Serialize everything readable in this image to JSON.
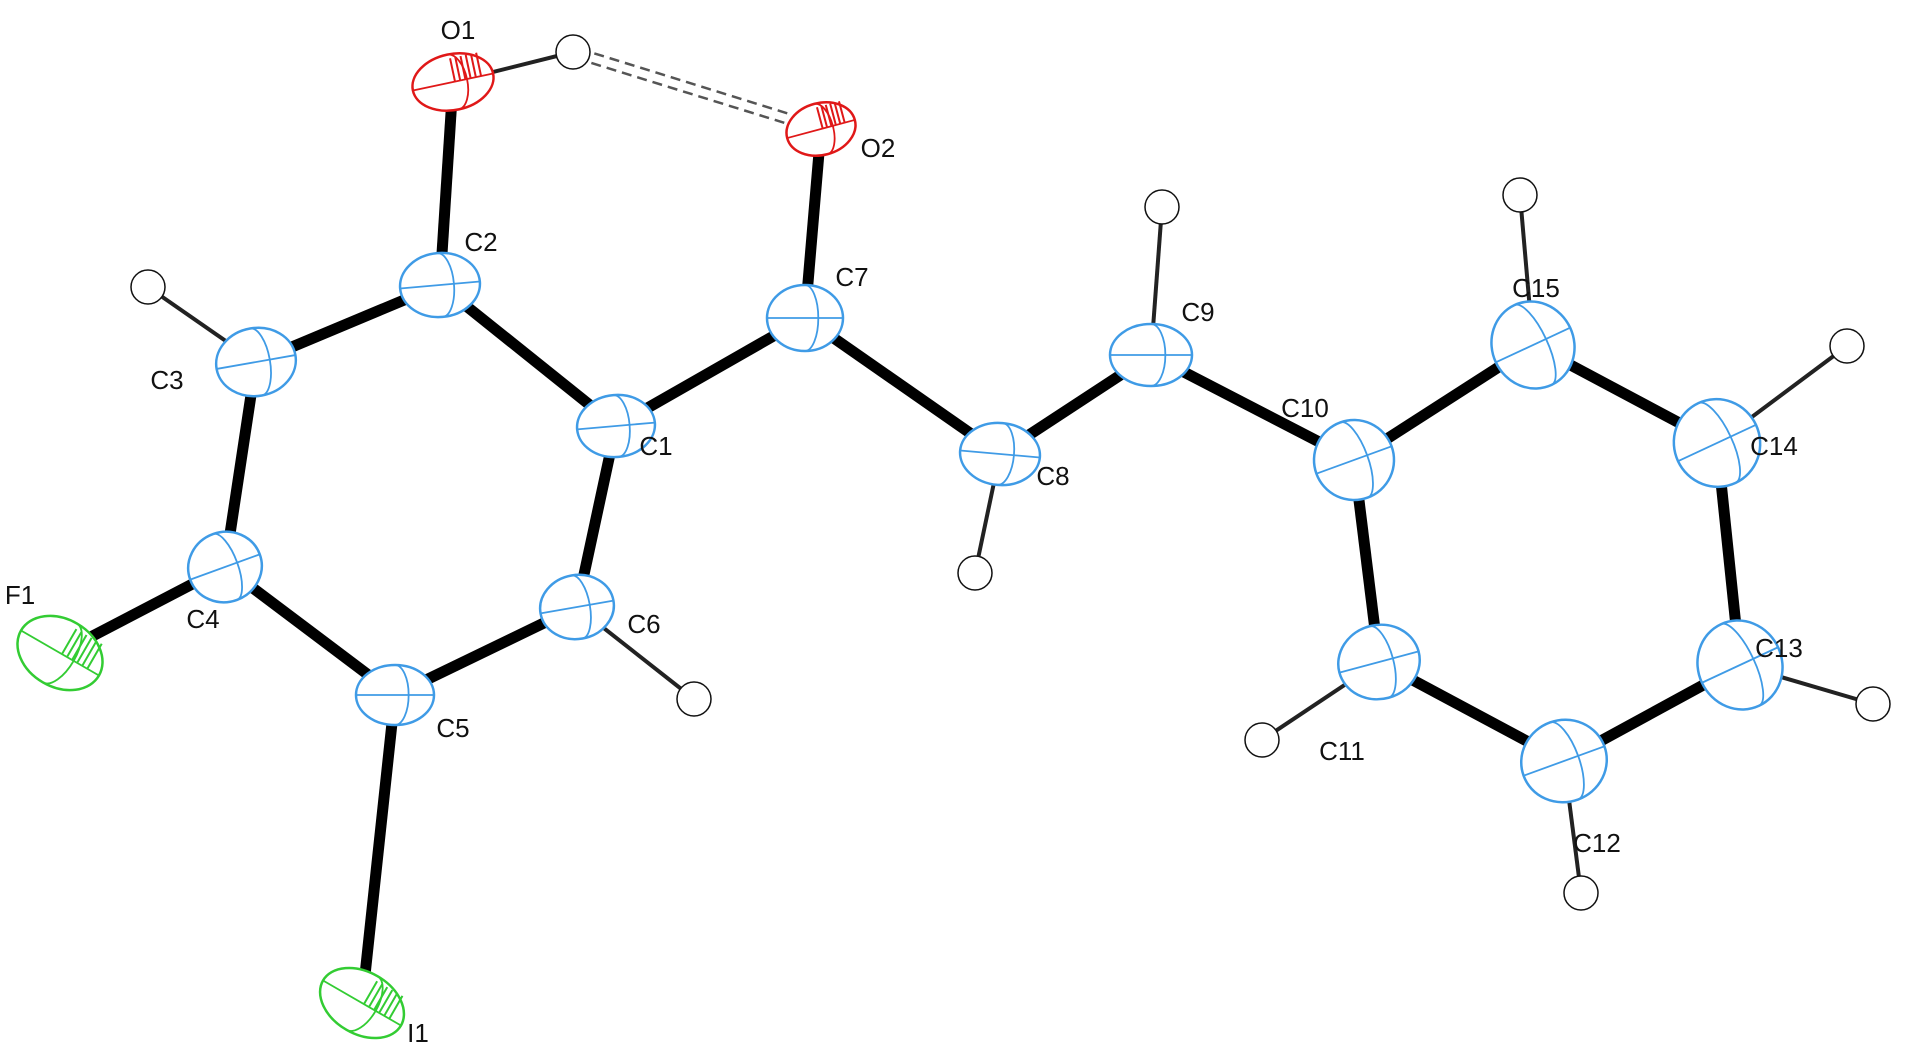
{
  "colors": {
    "carbon": "#3f9be6",
    "oxygen": "#e01818",
    "fluorine": "#33cc33",
    "iodine": "#33cc33",
    "hydrogen": "#ffffff",
    "bond": "#000000"
  },
  "atoms": [
    {
      "id": "C1",
      "label": "C1",
      "element": "C"
    },
    {
      "id": "C2",
      "label": "C2",
      "element": "C"
    },
    {
      "id": "C3",
      "label": "C3",
      "element": "C"
    },
    {
      "id": "C4",
      "label": "C4",
      "element": "C"
    },
    {
      "id": "C5",
      "label": "C5",
      "element": "C"
    },
    {
      "id": "C6",
      "label": "C6",
      "element": "C"
    },
    {
      "id": "C7",
      "label": "C7",
      "element": "C"
    },
    {
      "id": "C8",
      "label": "C8",
      "element": "C"
    },
    {
      "id": "C9",
      "label": "C9",
      "element": "C"
    },
    {
      "id": "C10",
      "label": "C10",
      "element": "C"
    },
    {
      "id": "C11",
      "label": "C11",
      "element": "C"
    },
    {
      "id": "C12",
      "label": "C12",
      "element": "C"
    },
    {
      "id": "C13",
      "label": "C13",
      "element": "C"
    },
    {
      "id": "C14",
      "label": "C14",
      "element": "C"
    },
    {
      "id": "C15",
      "label": "C15",
      "element": "C"
    },
    {
      "id": "O1",
      "label": "O1",
      "element": "O"
    },
    {
      "id": "O2",
      "label": "O2",
      "element": "O"
    },
    {
      "id": "F1",
      "label": "F1",
      "element": "F"
    },
    {
      "id": "I1",
      "label": "I1",
      "element": "I"
    }
  ],
  "bonds": [
    [
      "C1",
      "C2"
    ],
    [
      "C2",
      "C3"
    ],
    [
      "C3",
      "C4"
    ],
    [
      "C4",
      "C5"
    ],
    [
      "C5",
      "C6"
    ],
    [
      "C6",
      "C1"
    ],
    [
      "C1",
      "C7"
    ],
    [
      "C7",
      "O2"
    ],
    [
      "C7",
      "C8"
    ],
    [
      "C8",
      "C9"
    ],
    [
      "C9",
      "C10"
    ],
    [
      "C10",
      "C11"
    ],
    [
      "C11",
      "C12"
    ],
    [
      "C12",
      "C13"
    ],
    [
      "C13",
      "C14"
    ],
    [
      "C14",
      "C15"
    ],
    [
      "C15",
      "C10"
    ],
    [
      "C2",
      "O1"
    ],
    [
      "C4",
      "F1"
    ],
    [
      "C5",
      "I1"
    ]
  ],
  "hydrogens": [
    "O1",
    "C3",
    "C6",
    "C8",
    "C9",
    "C11",
    "C12",
    "C13",
    "C14",
    "C15"
  ],
  "hydrogen_bond": [
    "H-O1",
    "O2"
  ]
}
